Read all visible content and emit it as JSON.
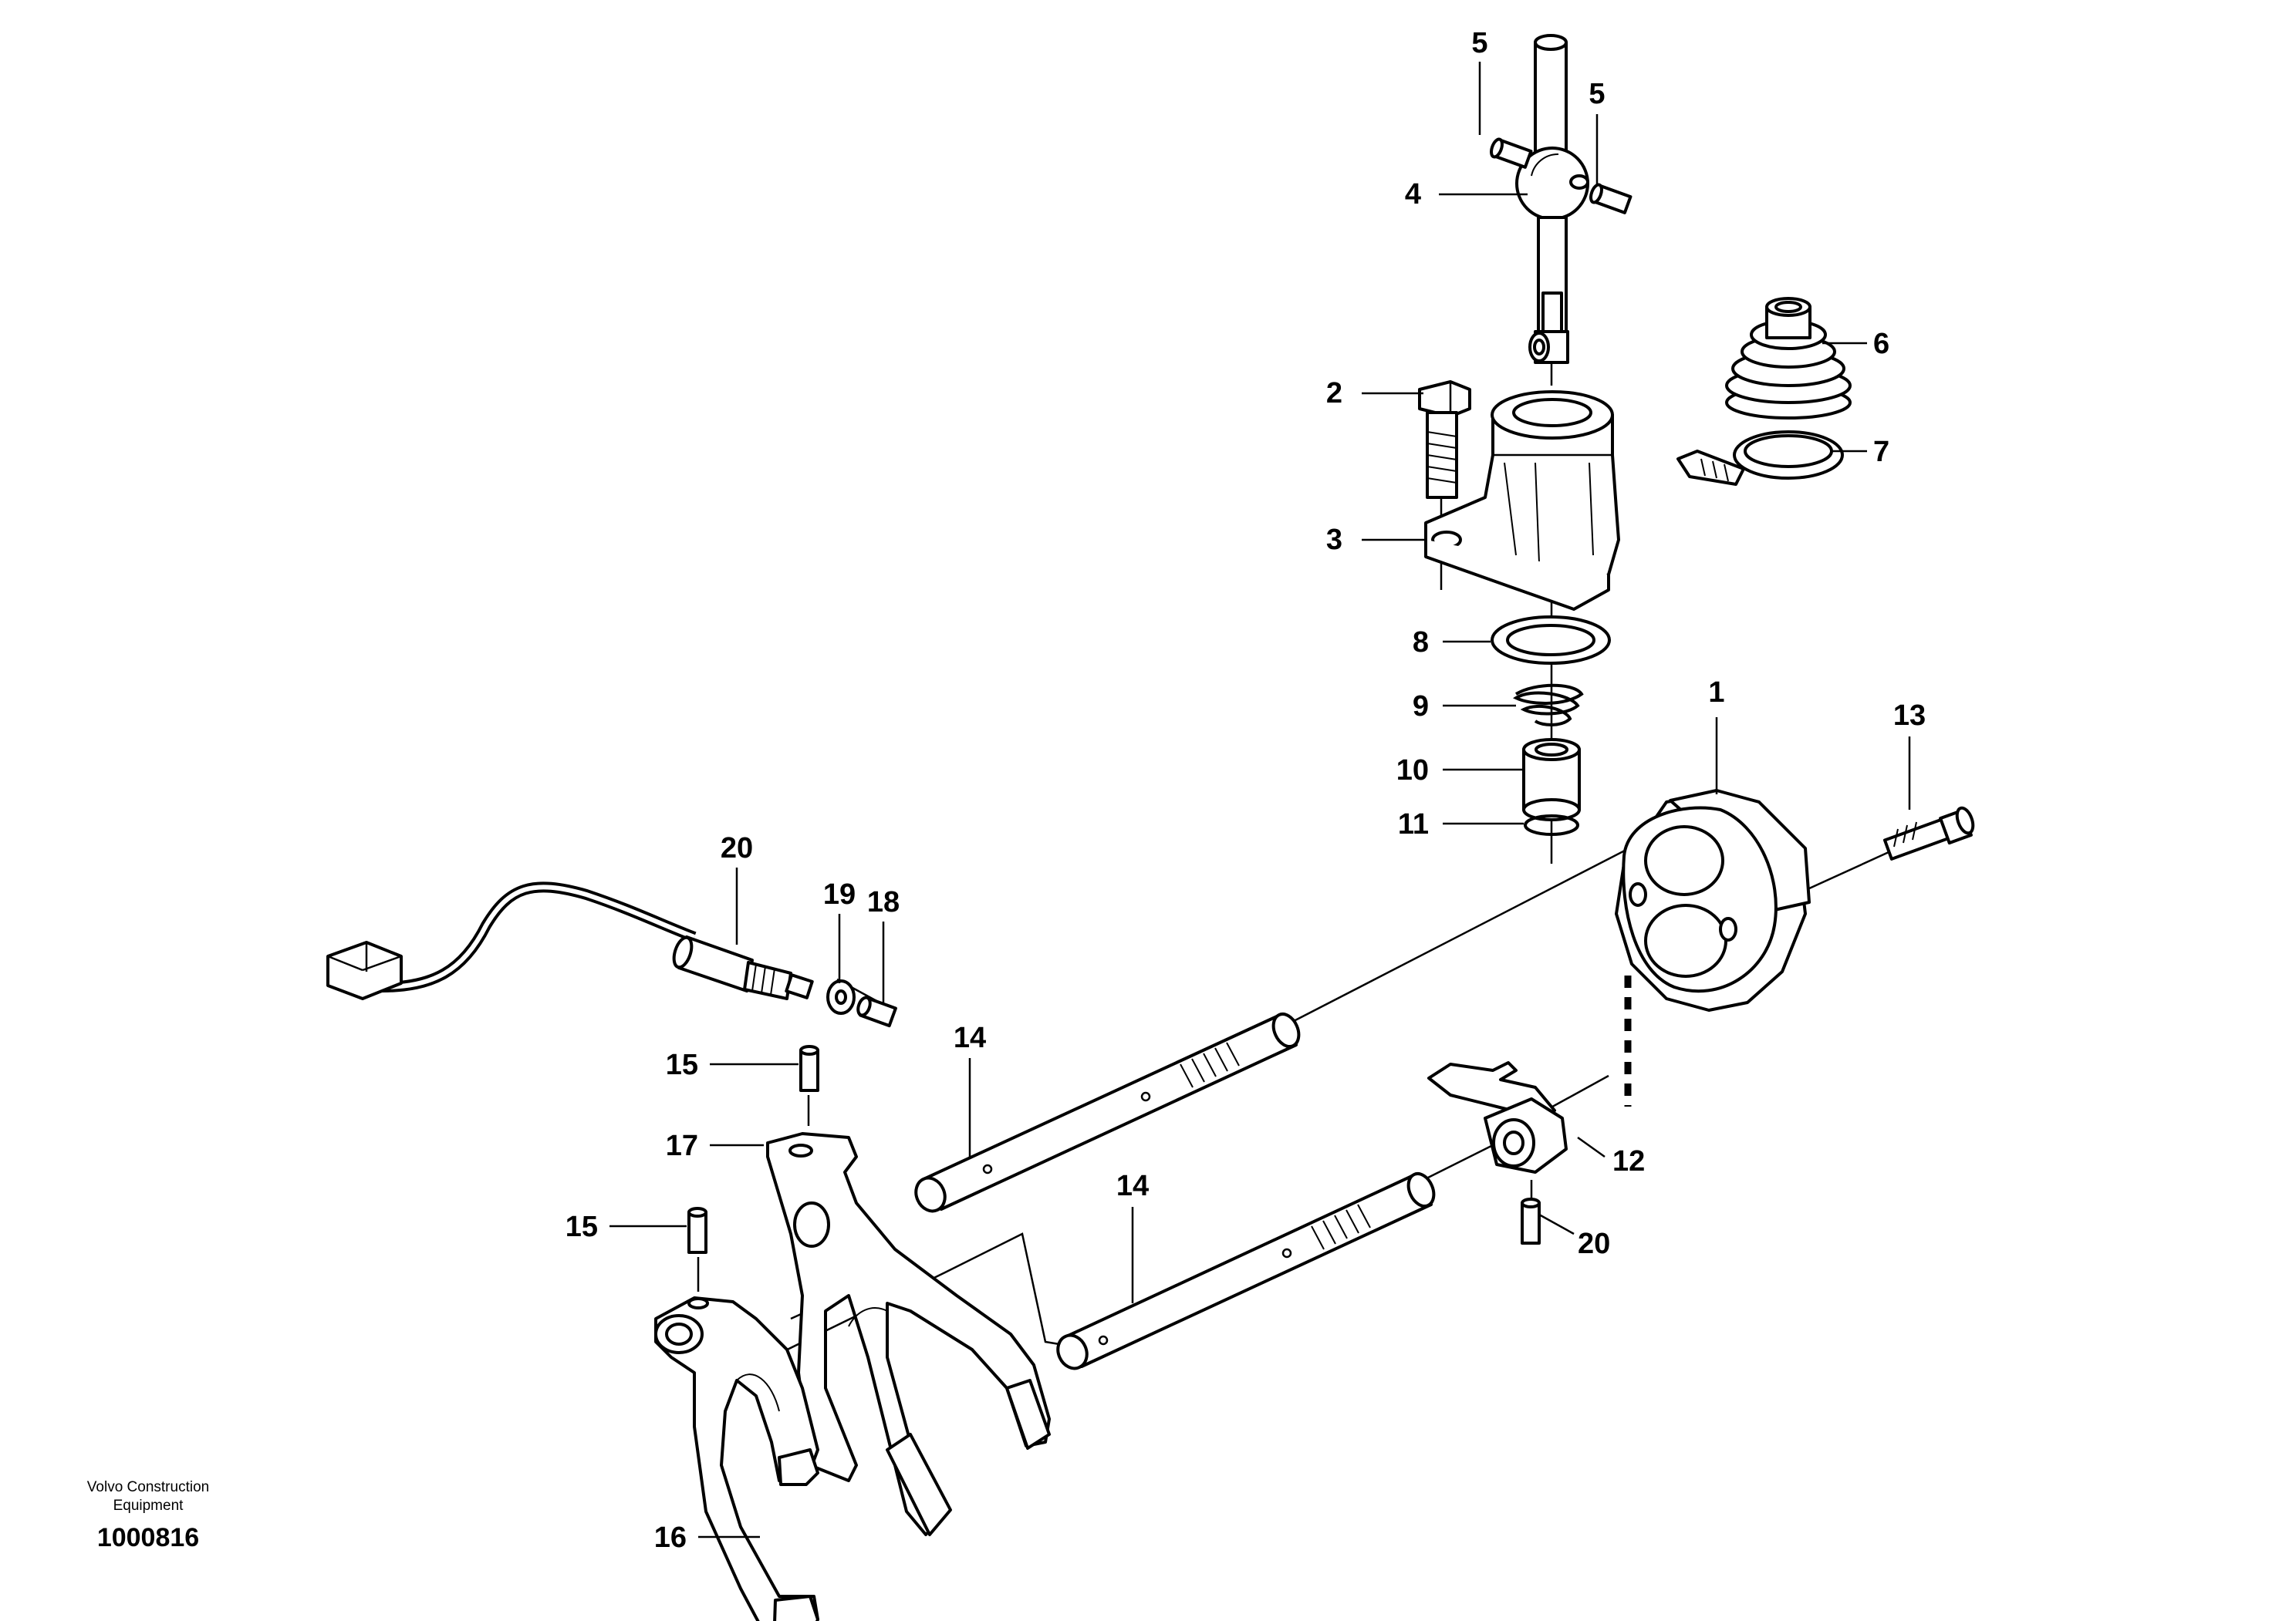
{
  "callouts": {
    "c1": "1",
    "c2": "2",
    "c3": "3",
    "c4": "4",
    "c5a": "5",
    "c5b": "5",
    "c6": "6",
    "c7": "7",
    "c8": "8",
    "c9": "9",
    "c10": "10",
    "c11": "11",
    "c12": "12",
    "c13": "13",
    "c14a": "14",
    "c14b": "14",
    "c15a": "15",
    "c15b": "15",
    "c16": "16",
    "c17": "17",
    "c18": "18",
    "c19": "19",
    "c20a": "20",
    "c20b": "20"
  },
  "footer": {
    "company_line1": "Volvo Construction",
    "company_line2": "Equipment",
    "drawing_number": "1000816"
  }
}
